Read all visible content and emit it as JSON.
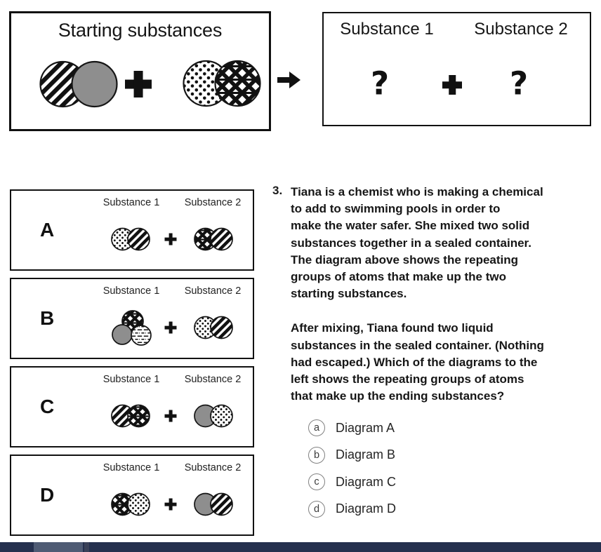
{
  "colors": {
    "ink": "#111111",
    "gray_fill": "#8e8e8e",
    "scrollbar_bg": "#25304e",
    "scrollbar_thumb": "#4f5b74",
    "scrollbar_divider": "#3a4158"
  },
  "patterns_legend": {
    "stripes": "diagonal-stripes-circle",
    "gray": "solid-gray-circle",
    "dots": "polka-dots-circle",
    "web": "bold-crosshatch-circle",
    "dashes": "horizontal-dashes-circle"
  },
  "starting_box": {
    "title": "Starting substances",
    "substance_groups": [
      [
        "stripes",
        "gray"
      ],
      [
        "dots",
        "web"
      ]
    ]
  },
  "products_box": {
    "col1": "Substance 1",
    "col2": "Substance 2",
    "unknown1": "?",
    "unknown2": "?"
  },
  "diagrams": [
    {
      "label": "A",
      "col1": "Substance 1",
      "col2": "Substance 2",
      "substance1": [
        "dots",
        "stripes"
      ],
      "substance2": [
        "web",
        "stripes"
      ]
    },
    {
      "label": "B",
      "col1": "Substance 1",
      "col2": "Substance 2",
      "substance1": [
        "web",
        "gray",
        "dashes"
      ],
      "substance2": [
        "dots",
        "stripes"
      ]
    },
    {
      "label": "C",
      "col1": "Substance 1",
      "col2": "Substance 2",
      "substance1": [
        "stripes",
        "web"
      ],
      "substance2": [
        "gray",
        "dots"
      ]
    },
    {
      "label": "D",
      "col1": "Substance 1",
      "col2": "Substance 2",
      "substance1": [
        "web",
        "dots"
      ],
      "substance2": [
        "gray",
        "stripes"
      ]
    }
  ],
  "question": {
    "number": "3.",
    "paragraph1": "Tiana is a chemist who is making a chemical\nto add to swimming pools in order to\nmake the water safer. She mixed two solid\nsubstances together in a sealed container.\nThe diagram above shows the repeating\ngroups of atoms that make up the two\nstarting substances.",
    "paragraph2": "After mixing, Tiana found two liquid\nsubstances in the sealed container. (Nothing\nhad escaped.) Which of the diagrams to the\nleft shows the repeating groups of atoms\nthat make up the ending substances?",
    "options": [
      {
        "letter": "a",
        "label": "Diagram A"
      },
      {
        "letter": "b",
        "label": "Diagram B"
      },
      {
        "letter": "c",
        "label": "Diagram C"
      },
      {
        "letter": "d",
        "label": "Diagram D"
      }
    ]
  }
}
